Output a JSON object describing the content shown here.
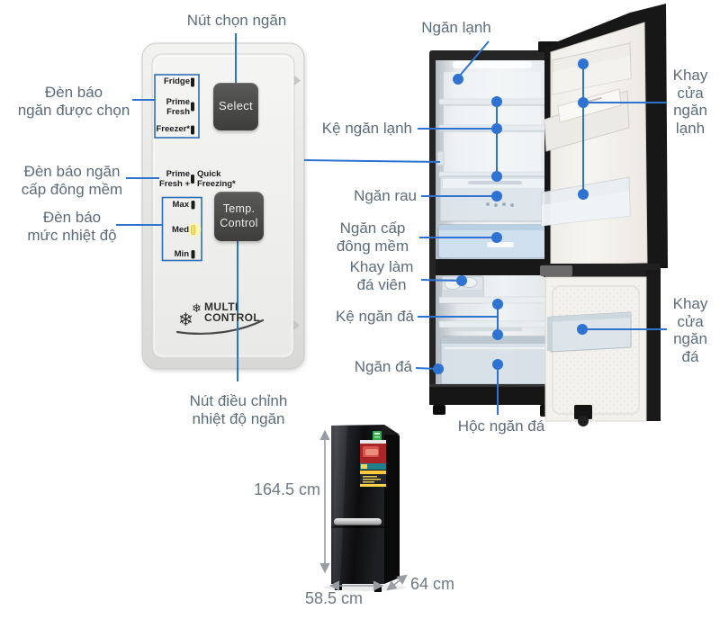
{
  "colors": {
    "callout_line_blue": "#2e73d2",
    "callout_label_gray": "#5d6c79",
    "panel_box_blue": "#2f6eb5",
    "panel_button_dark": "#464644",
    "med_indicator_yellow": "#f2e387",
    "fridge_black": "#1a1a1a",
    "energy_label_green": "#2fae4a"
  },
  "panel": {
    "callout_select": "Nút chọn ngăn",
    "callout_selected_light": "Đèn báo\nngăn được chọn",
    "callout_soft_freeze_light": "Đèn báo ngăn\ncấp đông mềm",
    "callout_temp_light": "Đèn báo\nmức nhiệt độ",
    "callout_temp_button": "Nút điều chỉnh\nnhiệt độ ngăn",
    "compartment_lights": {
      "fridge": "Fridge",
      "prime_fresh": "Prime\nFresh",
      "freezer": "Freezer*"
    },
    "select_button": "Select",
    "soft_freeze_row": {
      "prime_fresh_plus": "Prime\nFresh +",
      "quick_freezing": "Quick\nFreezing*"
    },
    "temp_lights": {
      "max": "Max",
      "med": "Med",
      "min": "Min"
    },
    "temp_button": "Temp.\nControl",
    "logo": {
      "snowflake_icon": "❄",
      "snowflake_icon_small": "❄",
      "text": "MULTI\nCONTROL"
    }
  },
  "fridge": {
    "callout_fridge_compartment": "Ngăn lạnh",
    "callout_fridge_door_trays": "Khay\ncửa\nngăn\nlạnh",
    "callout_fridge_shelves": "Kệ ngăn lạnh",
    "callout_vegetable_drawer": "Ngăn rau",
    "callout_soft_freeze_drawer": "Ngăn cấp\nđông mềm",
    "callout_ice_tray": "Khay làm\nđá viên",
    "callout_freezer_shelves": "Kệ ngăn đá",
    "callout_freezer_compartment": "Ngăn đá",
    "callout_freezer_door_tray": "Khay\ncửa\nngăn\nđá",
    "callout_freezer_bin": "Hộc ngăn đá"
  },
  "dimensions": {
    "height": "164.5 cm",
    "width": "58.5 cm",
    "depth": "64 cm"
  }
}
